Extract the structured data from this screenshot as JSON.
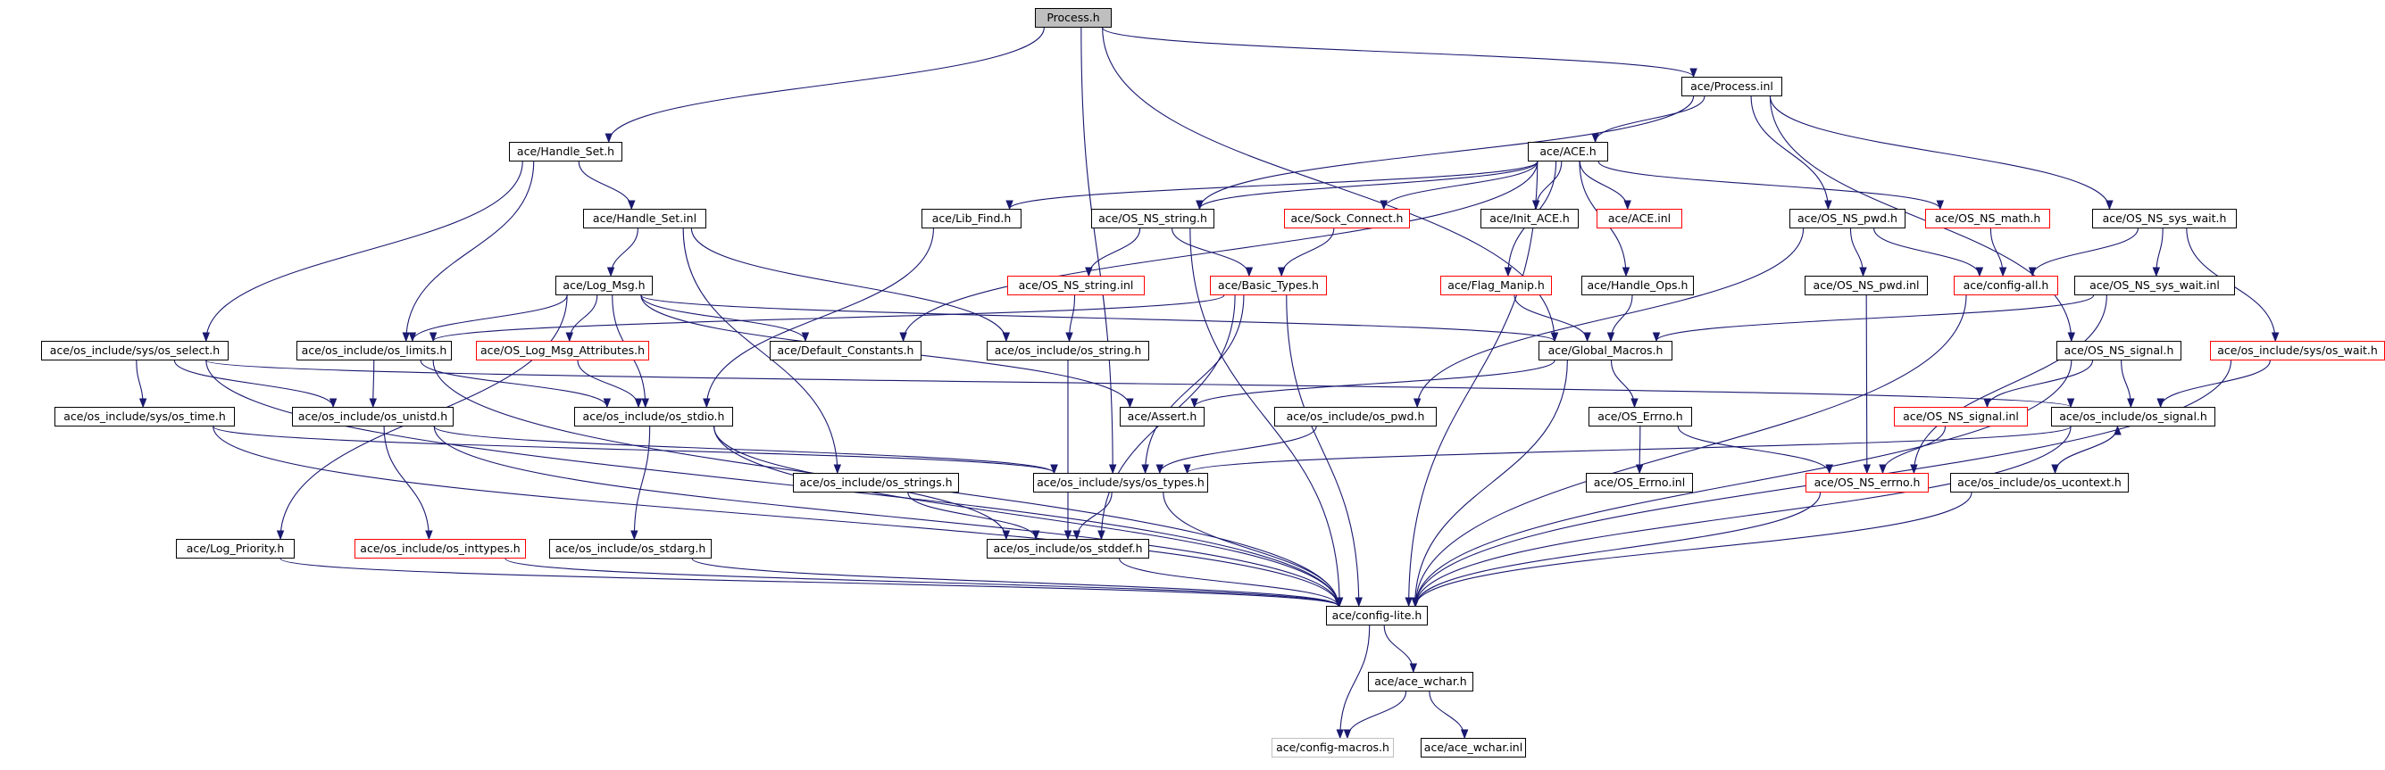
{
  "colors": {
    "edge": "#191970",
    "node_border": "#000000",
    "truncated_border": "#ff0000",
    "external_border": "#bfbfbf",
    "root_fill": "#bfbfbf",
    "background": "#ffffff"
  },
  "nodes": [
    {
      "id": "process_h",
      "label": "Process.h",
      "style": "root"
    },
    {
      "id": "process_inl",
      "label": "ace/Process.inl",
      "style": "normal"
    },
    {
      "id": "handle_set_h",
      "label": "ace/Handle_Set.h",
      "style": "normal"
    },
    {
      "id": "ace_h",
      "label": "ace/ACE.h",
      "style": "normal"
    },
    {
      "id": "handle_set_inl",
      "label": "ace/Handle_Set.inl",
      "style": "normal"
    },
    {
      "id": "lib_find_h",
      "label": "ace/Lib_Find.h",
      "style": "normal"
    },
    {
      "id": "os_ns_string_h",
      "label": "ace/OS_NS_string.h",
      "style": "normal"
    },
    {
      "id": "sock_connect_h",
      "label": "ace/Sock_Connect.h",
      "style": "truncated"
    },
    {
      "id": "init_ace_h",
      "label": "ace/Init_ACE.h",
      "style": "normal"
    },
    {
      "id": "ace_inl",
      "label": "ace/ACE.inl",
      "style": "truncated"
    },
    {
      "id": "os_ns_pwd_h",
      "label": "ace/OS_NS_pwd.h",
      "style": "normal"
    },
    {
      "id": "os_ns_math_h",
      "label": "ace/OS_NS_math.h",
      "style": "truncated"
    },
    {
      "id": "os_ns_sys_wait_h",
      "label": "ace/OS_NS_sys_wait.h",
      "style": "normal"
    },
    {
      "id": "log_msg_h",
      "label": "ace/Log_Msg.h",
      "style": "normal"
    },
    {
      "id": "os_ns_string_inl",
      "label": "ace/OS_NS_string.inl",
      "style": "truncated"
    },
    {
      "id": "basic_types_h",
      "label": "ace/Basic_Types.h",
      "style": "truncated"
    },
    {
      "id": "flag_manip_h",
      "label": "ace/Flag_Manip.h",
      "style": "truncated"
    },
    {
      "id": "handle_ops_h",
      "label": "ace/Handle_Ops.h",
      "style": "normal"
    },
    {
      "id": "os_ns_pwd_inl",
      "label": "ace/OS_NS_pwd.inl",
      "style": "normal"
    },
    {
      "id": "config_all_h",
      "label": "ace/config-all.h",
      "style": "truncated"
    },
    {
      "id": "os_ns_sys_wait_inl",
      "label": "ace/OS_NS_sys_wait.inl",
      "style": "normal"
    },
    {
      "id": "os_select_h",
      "label": "ace/os_include/sys/os_select.h",
      "style": "normal"
    },
    {
      "id": "os_limits_h",
      "label": "ace/os_include/os_limits.h",
      "style": "normal"
    },
    {
      "id": "os_log_msg_attr_h",
      "label": "ace/OS_Log_Msg_Attributes.h",
      "style": "truncated"
    },
    {
      "id": "default_constants_h",
      "label": "ace/Default_Constants.h",
      "style": "normal"
    },
    {
      "id": "os_string_h",
      "label": "ace/os_include/os_string.h",
      "style": "normal"
    },
    {
      "id": "global_macros_h",
      "label": "ace/Global_Macros.h",
      "style": "normal"
    },
    {
      "id": "os_ns_signal_h",
      "label": "ace/OS_NS_signal.h",
      "style": "normal"
    },
    {
      "id": "os_wait_h",
      "label": "ace/os_include/sys/os_wait.h",
      "style": "truncated"
    },
    {
      "id": "os_time_h",
      "label": "ace/os_include/sys/os_time.h",
      "style": "normal"
    },
    {
      "id": "os_unistd_h",
      "label": "ace/os_include/os_unistd.h",
      "style": "normal"
    },
    {
      "id": "os_stdio_h",
      "label": "ace/os_include/os_stdio.h",
      "style": "normal"
    },
    {
      "id": "assert_h",
      "label": "ace/Assert.h",
      "style": "normal"
    },
    {
      "id": "os_pwd_h",
      "label": "ace/os_include/os_pwd.h",
      "style": "normal"
    },
    {
      "id": "os_errno_h",
      "label": "ace/OS_Errno.h",
      "style": "normal"
    },
    {
      "id": "os_ns_signal_inl",
      "label": "ace/OS_NS_signal.inl",
      "style": "truncated"
    },
    {
      "id": "os_signal_h",
      "label": "ace/os_include/os_signal.h",
      "style": "normal"
    },
    {
      "id": "os_strings_h",
      "label": "ace/os_include/os_strings.h",
      "style": "normal"
    },
    {
      "id": "os_types_h",
      "label": "ace/os_include/sys/os_types.h",
      "style": "normal"
    },
    {
      "id": "os_errno_inl",
      "label": "ace/OS_Errno.inl",
      "style": "normal"
    },
    {
      "id": "os_ns_errno_h",
      "label": "ace/OS_NS_errno.h",
      "style": "truncated"
    },
    {
      "id": "os_ucontext_h",
      "label": "ace/os_include/os_ucontext.h",
      "style": "normal"
    },
    {
      "id": "log_priority_h",
      "label": "ace/Log_Priority.h",
      "style": "normal"
    },
    {
      "id": "os_inttypes_h",
      "label": "ace/os_include/os_inttypes.h",
      "style": "truncated"
    },
    {
      "id": "os_stdarg_h",
      "label": "ace/os_include/os_stdarg.h",
      "style": "normal"
    },
    {
      "id": "os_stddef_h",
      "label": "ace/os_include/os_stddef.h",
      "style": "normal"
    },
    {
      "id": "config_lite_h",
      "label": "ace/config-lite.h",
      "style": "normal"
    },
    {
      "id": "ace_wchar_h",
      "label": "ace/ace_wchar.h",
      "style": "normal"
    },
    {
      "id": "config_macros_h",
      "label": "ace/config-macros.h",
      "style": "external"
    },
    {
      "id": "ace_wchar_inl",
      "label": "ace/ace_wchar.inl",
      "style": "normal"
    }
  ],
  "edges": [
    [
      "process_h",
      "process_inl"
    ],
    [
      "process_h",
      "handle_set_h"
    ],
    [
      "process_h",
      "global_macros_h"
    ],
    [
      "process_h",
      "os_types_h"
    ],
    [
      "process_inl",
      "ace_h"
    ],
    [
      "process_inl",
      "os_ns_string_h"
    ],
    [
      "process_inl",
      "os_ns_pwd_h"
    ],
    [
      "process_inl",
      "os_ns_sys_wait_h"
    ],
    [
      "process_inl",
      "os_ns_signal_h"
    ],
    [
      "handle_set_h",
      "handle_set_inl"
    ],
    [
      "handle_set_h",
      "os_select_h"
    ],
    [
      "handle_set_h",
      "os_limits_h"
    ],
    [
      "handle_set_inl",
      "log_msg_h"
    ],
    [
      "handle_set_inl",
      "os_string_h"
    ],
    [
      "handle_set_inl",
      "os_strings_h"
    ],
    [
      "ace_h",
      "lib_find_h"
    ],
    [
      "ace_h",
      "os_ns_string_h"
    ],
    [
      "ace_h",
      "sock_connect_h"
    ],
    [
      "ace_h",
      "init_ace_h"
    ],
    [
      "ace_h",
      "ace_inl"
    ],
    [
      "ace_h",
      "os_ns_math_h"
    ],
    [
      "ace_h",
      "flag_manip_h"
    ],
    [
      "ace_h",
      "handle_ops_h"
    ],
    [
      "ace_h",
      "default_constants_h"
    ],
    [
      "ace_h",
      "config_lite_h"
    ],
    [
      "lib_find_h",
      "os_stdio_h"
    ],
    [
      "os_ns_string_h",
      "os_ns_string_inl"
    ],
    [
      "os_ns_string_h",
      "basic_types_h"
    ],
    [
      "os_ns_string_h",
      "config_lite_h"
    ],
    [
      "sock_connect_h",
      "basic_types_h"
    ],
    [
      "os_ns_string_inl",
      "os_string_h"
    ],
    [
      "basic_types_h",
      "os_limits_h"
    ],
    [
      "basic_types_h",
      "os_types_h"
    ],
    [
      "basic_types_h",
      "os_stddef_h"
    ],
    [
      "basic_types_h",
      "config_lite_h"
    ],
    [
      "flag_manip_h",
      "global_macros_h"
    ],
    [
      "handle_ops_h",
      "global_macros_h"
    ],
    [
      "os_ns_pwd_h",
      "os_ns_pwd_inl"
    ],
    [
      "os_ns_pwd_h",
      "config_all_h"
    ],
    [
      "os_ns_pwd_h",
      "os_pwd_h"
    ],
    [
      "os_ns_math_h",
      "config_all_h"
    ],
    [
      "os_ns_sys_wait_h",
      "config_all_h"
    ],
    [
      "os_ns_sys_wait_h",
      "os_ns_sys_wait_inl"
    ],
    [
      "os_ns_sys_wait_h",
      "os_wait_h"
    ],
    [
      "os_ns_pwd_inl",
      "os_ns_errno_h"
    ],
    [
      "os_ns_sys_wait_inl",
      "global_macros_h"
    ],
    [
      "os_ns_sys_wait_inl",
      "os_ns_errno_h"
    ],
    [
      "config_all_h",
      "config_lite_h"
    ],
    [
      "log_msg_h",
      "os_limits_h"
    ],
    [
      "log_msg_h",
      "os_log_msg_attr_h"
    ],
    [
      "log_msg_h",
      "default_constants_h"
    ],
    [
      "log_msg_h",
      "global_macros_h"
    ],
    [
      "log_msg_h",
      "assert_h"
    ],
    [
      "log_msg_h",
      "log_priority_h"
    ],
    [
      "log_msg_h",
      "os_stdio_h"
    ],
    [
      "os_log_msg_attr_h",
      "os_stdio_h"
    ],
    [
      "os_select_h",
      "os_time_h"
    ],
    [
      "os_select_h",
      "os_unistd_h"
    ],
    [
      "os_select_h",
      "config_lite_h"
    ],
    [
      "os_select_h",
      "os_signal_h"
    ],
    [
      "os_limits_h",
      "os_unistd_h"
    ],
    [
      "os_limits_h",
      "os_stdio_h"
    ],
    [
      "os_limits_h",
      "config_lite_h"
    ],
    [
      "os_time_h",
      "os_types_h"
    ],
    [
      "os_time_h",
      "config_lite_h"
    ],
    [
      "os_unistd_h",
      "os_inttypes_h"
    ],
    [
      "os_unistd_h",
      "config_lite_h"
    ],
    [
      "os_unistd_h",
      "os_types_h"
    ],
    [
      "os_stdio_h",
      "os_stdarg_h"
    ],
    [
      "os_stdio_h",
      "os_stddef_h"
    ],
    [
      "os_stdio_h",
      "config_lite_h"
    ],
    [
      "os_string_h",
      "os_stddef_h"
    ],
    [
      "global_macros_h",
      "assert_h"
    ],
    [
      "global_macros_h",
      "os_errno_h"
    ],
    [
      "global_macros_h",
      "config_lite_h"
    ],
    [
      "os_errno_h",
      "os_errno_inl"
    ],
    [
      "os_errno_h",
      "os_ns_errno_h"
    ],
    [
      "os_pwd_h",
      "os_types_h"
    ],
    [
      "os_ns_signal_h",
      "os_ns_signal_inl"
    ],
    [
      "os_ns_signal_h",
      "os_signal_h"
    ],
    [
      "os_ns_signal_h",
      "config_lite_h"
    ],
    [
      "os_ns_signal_inl",
      "os_ns_errno_h"
    ],
    [
      "os_wait_h",
      "os_signal_h"
    ],
    [
      "os_wait_h",
      "config_lite_h"
    ],
    [
      "os_signal_h",
      "os_types_h"
    ],
    [
      "os_signal_h",
      "os_ucontext_h"
    ],
    [
      "os_signal_h",
      "config_lite_h"
    ],
    [
      "os_ucontext_h",
      "os_signal_h"
    ],
    [
      "os_ucontext_h",
      "config_lite_h"
    ],
    [
      "os_strings_h",
      "os_stddef_h"
    ],
    [
      "os_types_h",
      "os_stddef_h"
    ],
    [
      "os_types_h",
      "config_lite_h"
    ],
    [
      "os_ns_errno_h",
      "config_lite_h"
    ],
    [
      "log_priority_h",
      "config_lite_h"
    ],
    [
      "os_inttypes_h",
      "config_lite_h"
    ],
    [
      "os_stdarg_h",
      "config_lite_h"
    ],
    [
      "os_stddef_h",
      "config_lite_h"
    ],
    [
      "config_lite_h",
      "ace_wchar_h"
    ],
    [
      "config_lite_h",
      "config_macros_h"
    ],
    [
      "ace_wchar_h",
      "config_macros_h"
    ],
    [
      "ace_wchar_h",
      "ace_wchar_inl"
    ]
  ]
}
